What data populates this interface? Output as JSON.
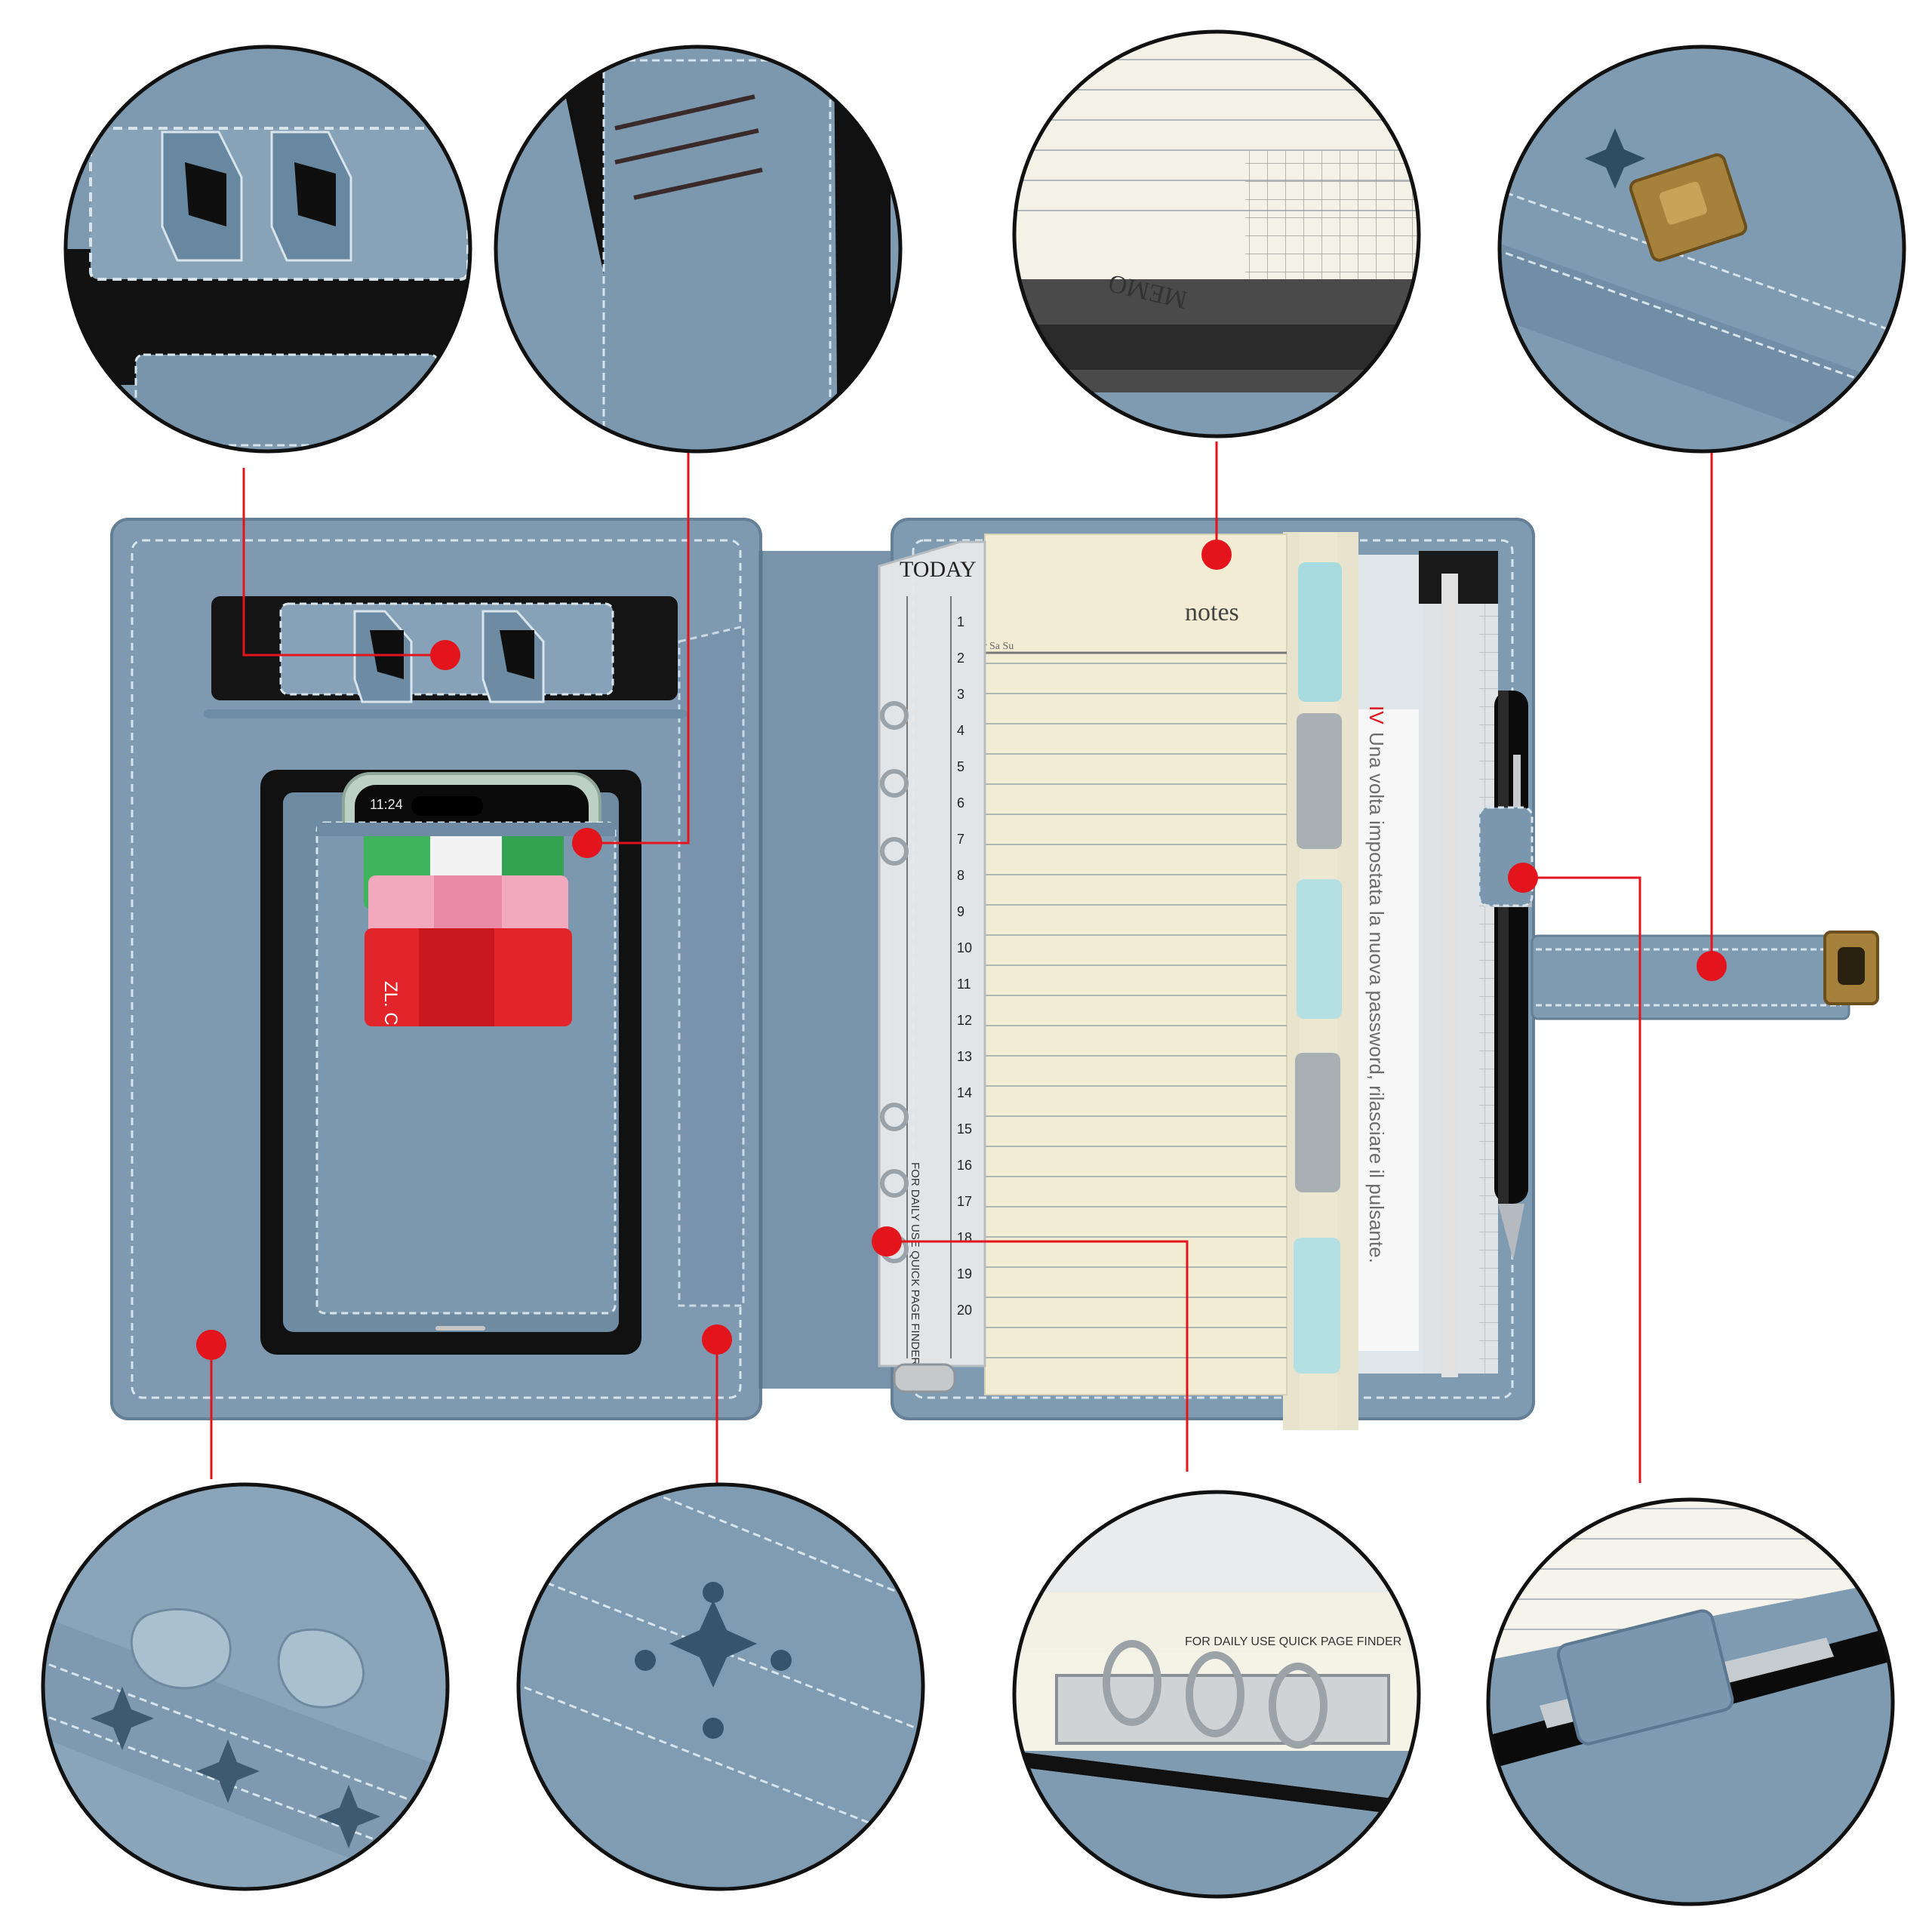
{
  "colors": {
    "leather": "#7f9bb2",
    "leather_dark": "#5f7c95",
    "leather_light": "#9db4c6",
    "stitch": "#dbe7ef",
    "elastic": "#151515",
    "paper": "#f1ecd3",
    "callout": "#e3141b",
    "ruler": "#e7e9ea",
    "brass": "#a5813c"
  },
  "notebook": {
    "ruler_tab": "TODAY",
    "page_header": "notes",
    "day_labels": "Fr  Sa  Su",
    "ruler_caption": "FOR DAILY USE QUICK PAGE FINDER",
    "memo_label": "MEMO",
    "sleeve_text_1": "Una volta impostata la nuova password, rilasciare il pulsante.",
    "sleeve_text_2": "IV",
    "card_text": "ZL. C"
  },
  "phone": {
    "time": "11:24"
  },
  "ruler_numbers": [
    "1",
    "2",
    "3",
    "4",
    "5",
    "6",
    "7",
    "8",
    "9",
    "10",
    "11",
    "12",
    "13",
    "14",
    "15",
    "16",
    "17",
    "18",
    "19",
    "20"
  ],
  "detail_circles": [
    {
      "name": "pen-loop-detail-circle"
    },
    {
      "name": "card-slots-detail-circle"
    },
    {
      "name": "memo-page-detail-circle"
    },
    {
      "name": "clasp-detail-circle"
    },
    {
      "name": "water-resistant-detail-circle"
    },
    {
      "name": "embossed-emblem-detail-circle"
    },
    {
      "name": "binder-rings-detail-circle"
    },
    {
      "name": "pen-holder-detail-circle"
    }
  ]
}
